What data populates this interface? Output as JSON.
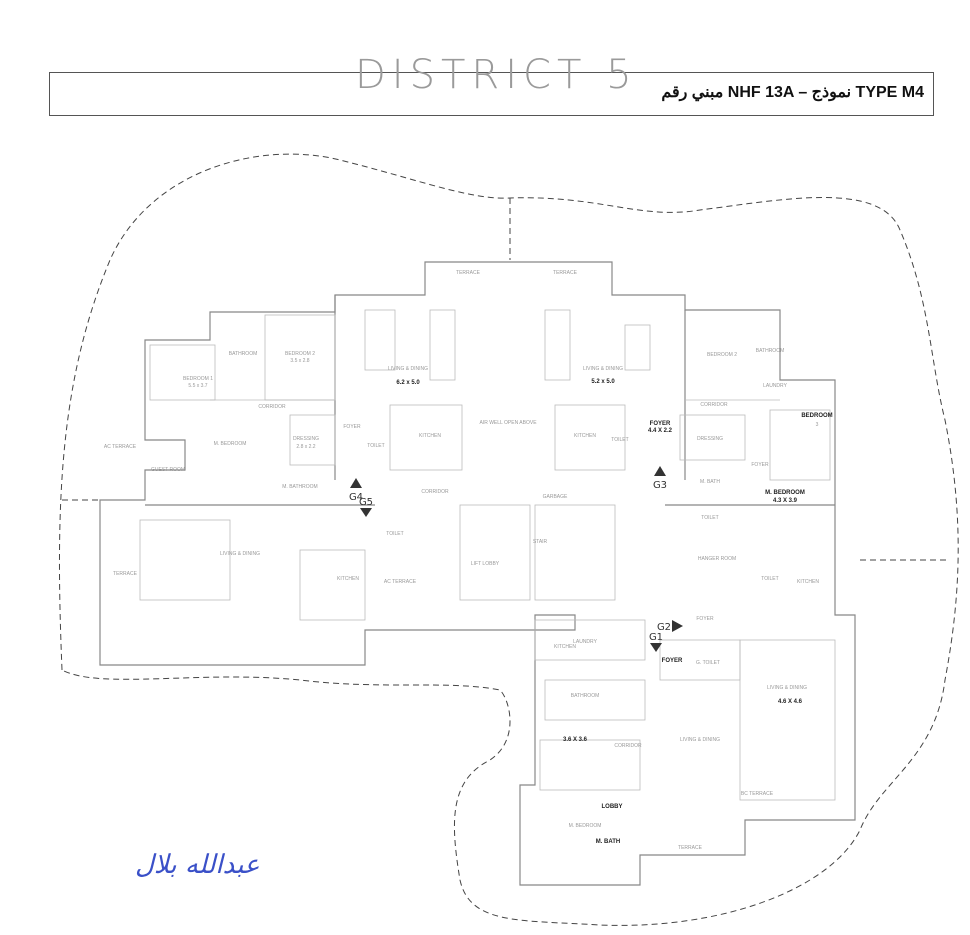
{
  "header": {
    "logo_text": "DISTRICT 5",
    "type_label": "مبني رقم NHF 13A – نموذج TYPE M4"
  },
  "plan": {
    "labels": {
      "terrace_top_left": "TERRACE",
      "terrace_top_right": "TERRACE",
      "bedroom1": "BEDROOM 1",
      "bedroom1_size": "5.5 x 3.7",
      "bathroom_nw": "BATHROOM",
      "bedroom2_w": "BEDROOM 2",
      "bedroom2_w_size": "3.5 x 2.8",
      "living_w": "LIVING & DINING",
      "living_w_size": "6.2 x 5.0",
      "living_e": "LIVING & DINING",
      "living_e_size": "5.2 x 5.0",
      "bedroom2_e": "BEDROOM 2",
      "bathroom_ne": "BATHROOM",
      "laundry_ne": "LAUNDRY",
      "corridor_w": "CORRIDOR",
      "corridor_e": "CORRIDOR",
      "air_well": "AIR WELL OPEN ABOVE",
      "m_bedroom_w": "M. BEDROOM",
      "dressing_w": "DRESSING",
      "dressing_w_size": "2.8 x 2.2",
      "foyer_w": "FOYER",
      "toilet_w": "TOILET",
      "kitchen_w": "KITCHEN",
      "m_bathroom_w": "M. BATHROOM",
      "kitchen_e": "KITCHEN",
      "toilet_e": "TOILET",
      "foyer_e": "FOYER",
      "foyer_e_size": "4.4 X 2.2",
      "dressing_e": "DRESSING",
      "bedroom3": "BEDROOM",
      "bedroom3_num": "3",
      "foyer_e2": "FOYER",
      "m_bath_e": "M. BATH",
      "m_bedroom_e": "M. BEDROOM",
      "m_bedroom_e_size": "4.3 X 3.9",
      "toilet_e2": "TOILET",
      "ac_terrace_w": "AC TERRACE",
      "guest_room": "GUEST ROOM",
      "corridor_mid": "CORRIDOR",
      "terrace_w": "TERRACE",
      "living_sw": "LIVING & DINING",
      "kitchen_sw": "KITCHEN",
      "toilet_sw": "TOILET",
      "ac_terrace_sw": "AC TERRACE",
      "garbage": "GARBAGE",
      "stair": "STAIR",
      "lift_lobby": "LIFT LOBBY",
      "laundry_s": "LAUNDRY",
      "kitchen_s": "KITCHEN",
      "bathroom_s": "BATHROOM",
      "bedroom2_s_size": "3.6 X 3.6",
      "corridor_s": "CORRIDOR",
      "m_bedroom_s": "M. BEDROOM",
      "m_bath_s": "M. BATH",
      "lobby_s": "LOBBY",
      "foyer_se": "FOYER",
      "foyer_se2": "FOYER",
      "guest_toilet": "G. TOILET",
      "living_se": "LIVING & DINING",
      "living_se2": "LIVING & DINING",
      "living_se2_size": "4.6 X 4.6",
      "bc_terrace": "BC TERRACE",
      "terrace_s": "TERRACE",
      "hanger_room": "HANGER ROOM",
      "kitchen_e2": "KITCHEN",
      "toilet_e3": "TOILET"
    },
    "gates": [
      "G1",
      "G2",
      "G3",
      "G4",
      "G5"
    ]
  },
  "signature": "عبدالله بلال",
  "colors": {
    "signature": "#3a50c8",
    "walls": "#888888",
    "boundary": "#444444"
  }
}
